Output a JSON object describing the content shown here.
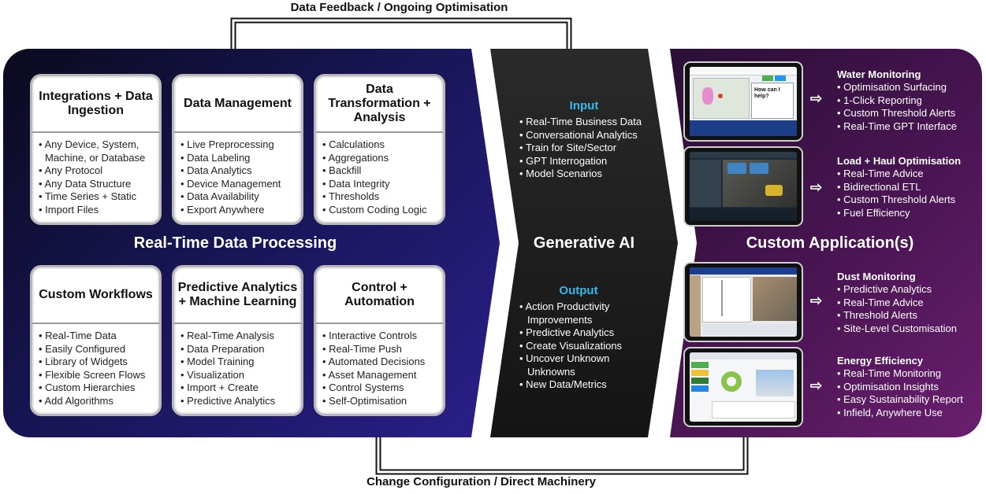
{
  "feedback_label": "Data Feedback / Ongoing Optimisation",
  "config_label": "Change Configuration / Direct Machinery",
  "processing": {
    "title": "Real-Time Data Processing",
    "cards": [
      {
        "title": "Integrations + Data Ingestion",
        "items": [
          "Any Device, System,",
          "Machine, or Database",
          "Any Protocol",
          "Any Data Structure",
          "Time Series + Static",
          "Import Files"
        ]
      },
      {
        "title": "Data Management",
        "items": [
          "Live Preprocessing",
          "Data Labeling",
          "Data Analytics",
          "Device Management",
          "Data Availability",
          "Export Anywhere"
        ]
      },
      {
        "title": "Data Transformation + Analysis",
        "items": [
          "Calculations",
          "Aggregations",
          "Backfill",
          "Data Integrity",
          "Thresholds",
          "Custom Coding Logic"
        ]
      },
      {
        "title": "Custom Workflows",
        "items": [
          "Real-Time Data",
          "Easily Configured",
          "Library of Widgets",
          "Flexible Screen Flows",
          "Custom Hierarchies",
          "Add Algorithms"
        ]
      },
      {
        "title": "Predictive Analytics + Machine Learning",
        "items": [
          "Real-Time Analysis",
          "Data Preparation",
          "Model Training",
          "Visualization",
          "Import + Create",
          "Predictive Analytics"
        ]
      },
      {
        "title": "Control + Automation",
        "items": [
          "Interactive Controls",
          "Real-Time Push",
          "Automated Decisions",
          "Asset Management",
          "Control Systems",
          "Self-Optimisation"
        ]
      }
    ]
  },
  "ai": {
    "title": "Generative AI",
    "input_heading": "Input",
    "input_items": [
      "Real-Time Business Data",
      "Conversational Analytics",
      "Train for Site/Sector",
      "GPT Interrogation",
      "Model Scenarios"
    ],
    "output_heading": "Output",
    "output_items": [
      "Action Productivity Improvements",
      "Predictive Analytics",
      "Create Visualizations",
      "Uncover Unknown Unknowns",
      "New Data/Metrics"
    ]
  },
  "apps": {
    "title": "Custom Application(s)",
    "chat_bubble": "How can I help?",
    "items": [
      {
        "title": "Water Monitoring",
        "items": [
          "Optimisation Surfacing",
          "1-Click Reporting",
          "Custom Threshold Alerts",
          "Real-Time GPT Interface"
        ]
      },
      {
        "title": "Load + Haul Optimisation",
        "items": [
          "Real-Time Advice",
          "Bidirectional ETL",
          "Custom Threshold Alerts",
          "Fuel Efficiency"
        ]
      },
      {
        "title": "Dust Monitoring",
        "items": [
          "Predictive Analytics",
          "Real-Time Advice",
          "Threshold Alerts",
          "Site-Level Customisation"
        ]
      },
      {
        "title": "Energy Efficiency",
        "items": [
          "Real-Time Monitoring",
          "Optimisation Insights",
          "Easy Sustainability Report",
          "Infield, Anywhere Use"
        ]
      }
    ]
  },
  "colors": {
    "accent": "#3ab6e8",
    "left_panel": "#1d1a5e",
    "right_panel": "#4a1553"
  }
}
